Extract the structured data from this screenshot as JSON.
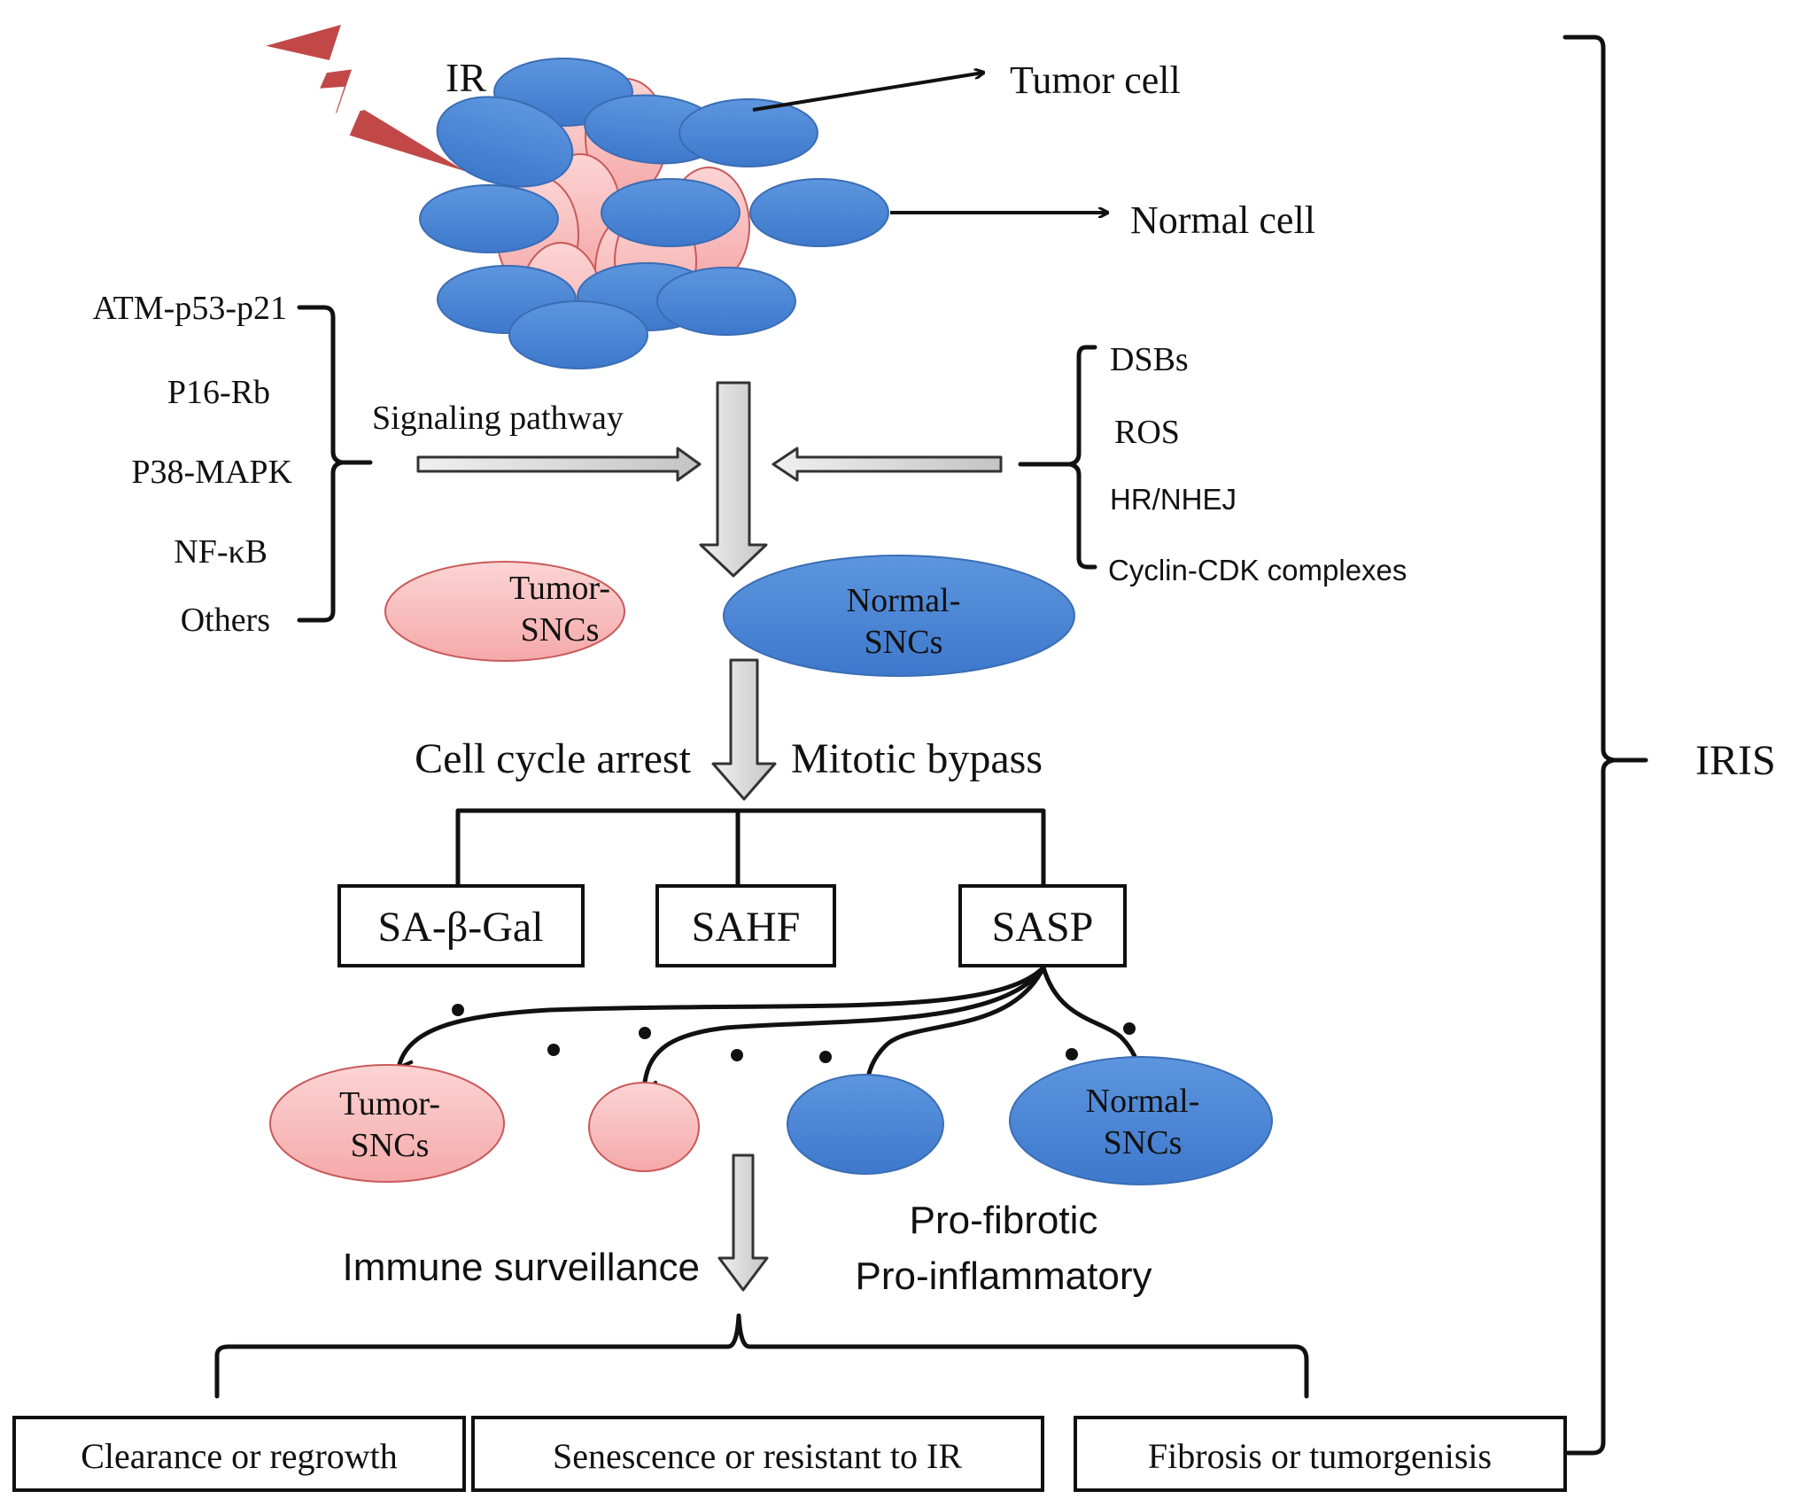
{
  "diagram": {
    "stimulus": {
      "label": "IR",
      "icon": "lightning-bolt-icon",
      "color": "#c0392b"
    },
    "cell_cluster": {
      "tumor_cell_label": "Tumor cell",
      "normal_cell_label": "Normal cell",
      "tumor_color": "#f7b8b8",
      "normal_color": "#4a86d6"
    },
    "signaling": {
      "label": "Signaling pathway",
      "pathways": [
        "ATM-p53-p21",
        "P16-Rb",
        "P38-MAPK",
        "NF-κB",
        "Others"
      ]
    },
    "damage_factors": [
      "DSBs",
      "ROS",
      "HR/NHEJ",
      "Cyclin-CDK complexes"
    ],
    "senescent_cells": {
      "tumor": [
        "Tumor-",
        "SNCs"
      ],
      "normal": [
        "Normal-",
        "SNCs"
      ]
    },
    "transition": {
      "left_label": "Cell cycle arrest",
      "right_label": "Mitotic bypass"
    },
    "markers": [
      "SA-β-Gal",
      "SAHF",
      "SASP"
    ],
    "sasp_targets": {
      "tumor": [
        "Tumor-",
        "SNCs"
      ],
      "normal": [
        "Normal-",
        "SNCs"
      ]
    },
    "effects": {
      "left_label": "Immune surveillance",
      "right_labels": [
        "Pro-fibrotic",
        "Pro-inflammatory"
      ]
    },
    "outcomes": [
      "Clearance or regrowth",
      "Senescence or resistant to IR",
      "Fibrosis or tumorgenisis"
    ],
    "overall_label": "IRIS"
  }
}
